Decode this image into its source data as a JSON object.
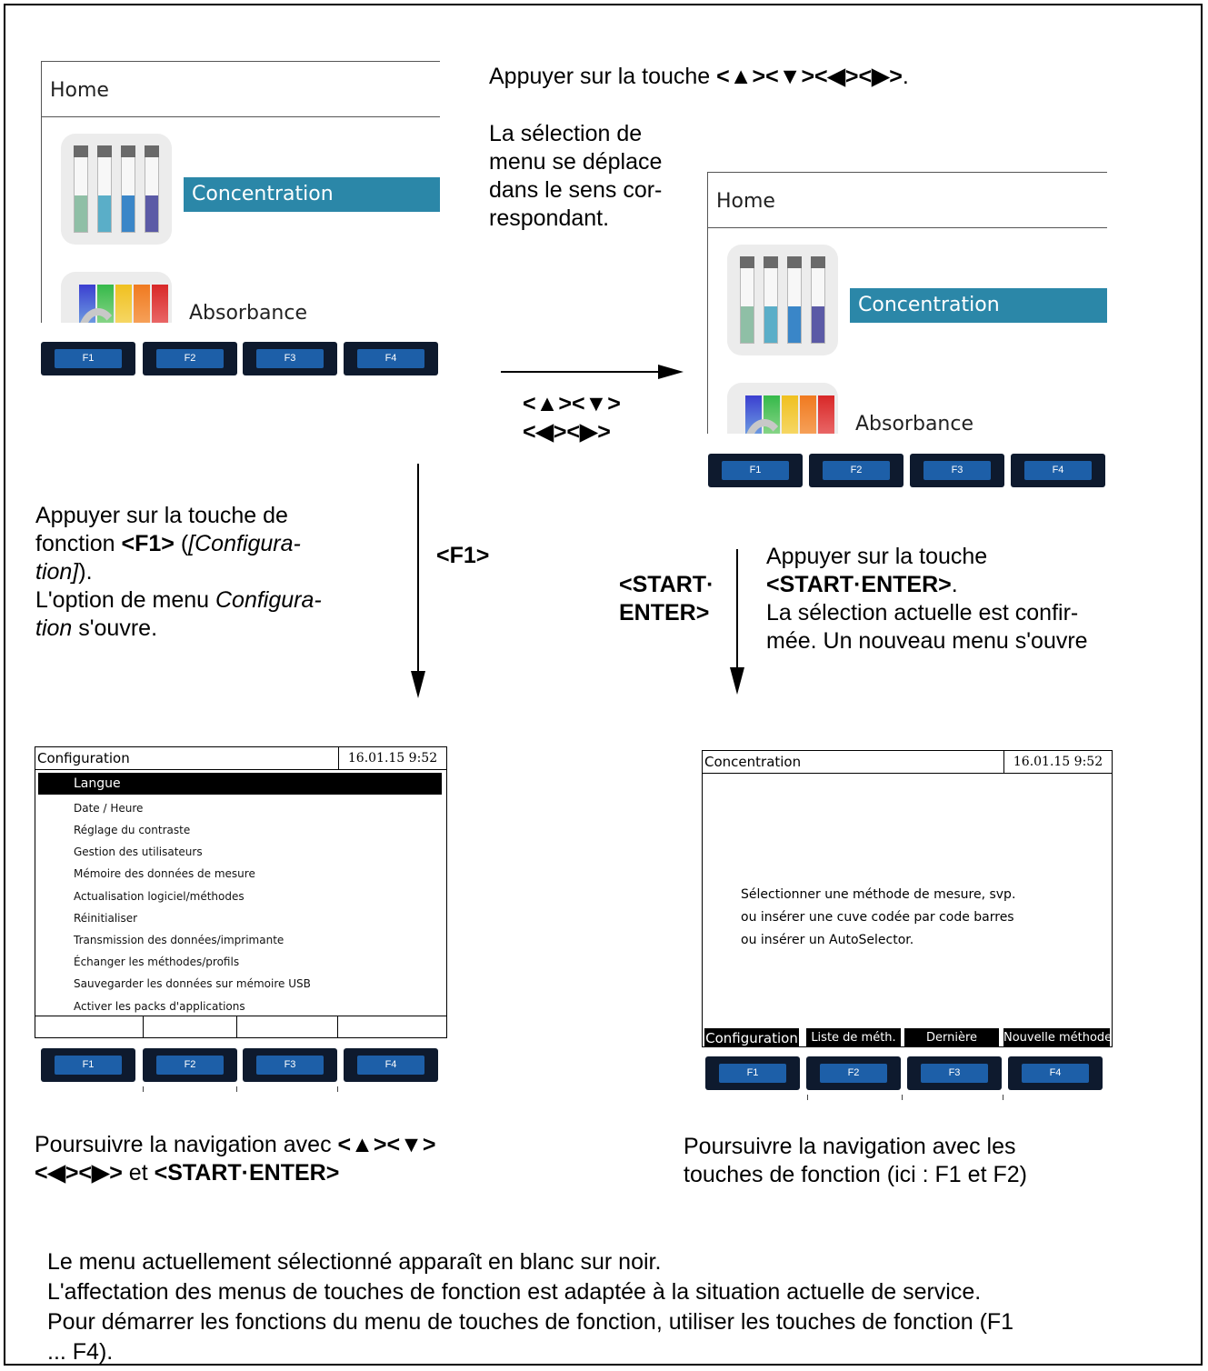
{
  "home_screen": {
    "title": "Home",
    "selected_item": "Concentration",
    "next_item": "Absorbance"
  },
  "function_keys": [
    "F1",
    "F2",
    "F3",
    "F4"
  ],
  "instruction_arrows": {
    "line1": "Appuyer sur la touche ",
    "keys": "<▲><▼><◀><▶>",
    "line2a": "La sélection de",
    "line2b": "menu se déplace",
    "line2c": "dans le sens cor-",
    "line2d": "respondant."
  },
  "arrow_keys_label_1": "<▲><▼>",
  "arrow_keys_label_2": "<◀><▶>",
  "f1_label": "<F1>",
  "start_enter_label_1": "<START·",
  "start_enter_label_2": "ENTER>",
  "instruction_f1": {
    "l1": "Appuyer sur la touche de",
    "l2a": "fonction ",
    "l2b": "<F1>",
    "l2c": " (",
    "l2d": "[Configura-",
    "l3a": "tion]",
    "l3b": ").",
    "l4a": "L'option de menu ",
    "l4b": "Configura-",
    "l5a": "tion",
    "l5b": " s'ouvre."
  },
  "instruction_start": {
    "l1": "Appuyer sur la touche",
    "l2": "<START·ENTER>",
    "l2b": ".",
    "l3": "La sélection actuelle est confir-",
    "l4": "mée. Un nouveau menu s'ouvre"
  },
  "config_screen": {
    "title": "Configuration",
    "datetime": "16.01.15  9:52",
    "selected": "Langue",
    "items": [
      "Date / Heure",
      "Réglage du contraste",
      "Gestion des utilisateurs",
      "Mémoire des données de mesure",
      "Actualisation logiciel/méthodes",
      "Réinitialiser",
      "Transmission des données/imprimante",
      "Échanger les méthodes/profils",
      "Sauvegarder les données sur mémoire USB",
      "Activer les packs d'applications"
    ]
  },
  "concentration_screen": {
    "title": "Concentration",
    "datetime": "16.01.15  9:52",
    "message": [
      "Sélectionner une méthode de mesure, svp.",
      "ou insérer une cuve codée par code barres",
      "ou insérer un AutoSelector."
    ],
    "softkeys": [
      "Configuration",
      "Liste de méth.",
      "Dernière",
      "Nouvelle méthode"
    ]
  },
  "continue_left": {
    "l1a": "Poursuivre la navigation avec ",
    "l1b": "<▲><▼>",
    "l2a": "<◀><▶>",
    "l2b": " et ",
    "l2c": "<START·ENTER>"
  },
  "continue_right": {
    "l1": "Poursuivre la navigation avec les",
    "l2": "touches de fonction (ici : F1 et F2)"
  },
  "notes": [
    "Le menu actuellement sélectionné apparaît en blanc sur noir.",
    "L'affectation des menus de touches de fonction est adaptée à la situation actuelle de service.",
    "Pour démarrer les fonctions du menu de touches de fonction, utiliser les touches de fonction (F1",
    "... F4)."
  ],
  "colors": {
    "selection_blue": "#2b87a8",
    "key_dark": "#0e1a2e",
    "key_blue": "#1d5fa8",
    "tube_green": "#8fbfa6",
    "tube_teal": "#5aaec8",
    "tube_blue": "#3a86c8",
    "tube_indigo": "#5b5aa6"
  }
}
